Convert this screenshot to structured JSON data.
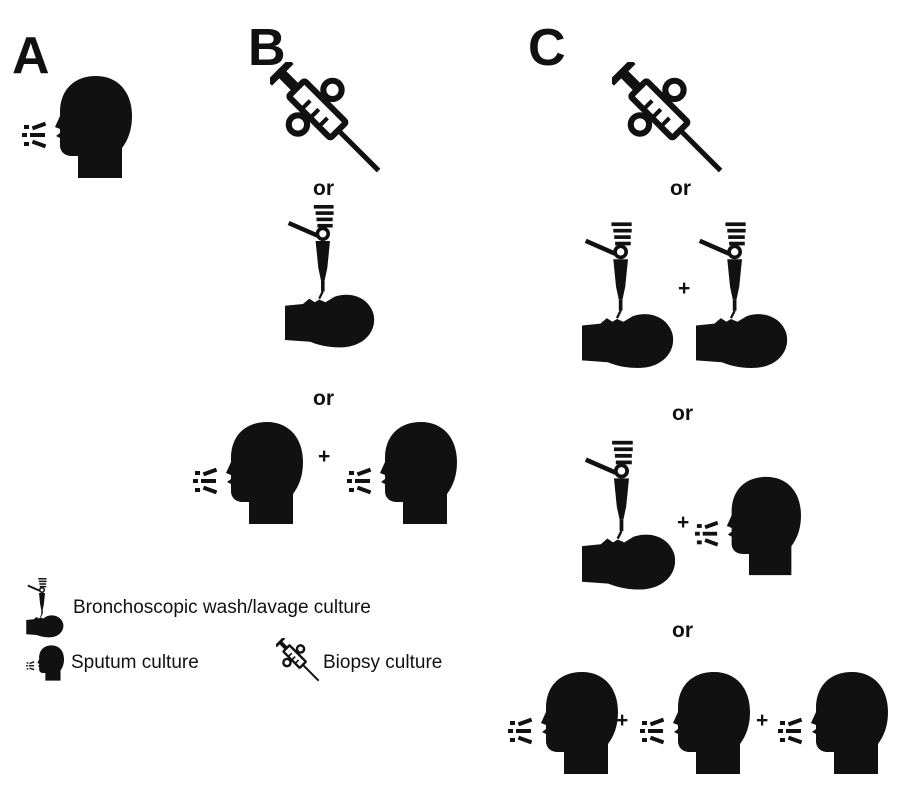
{
  "panels": {
    "a": "A",
    "b": "B",
    "c": "C"
  },
  "connectors": {
    "or": "or",
    "plus": "+"
  },
  "legend": {
    "bronchoscopic": "Bronchoscopic wash/lavage culture",
    "sputum": "Sputum culture",
    "biopsy": "Biopsy culture"
  },
  "icons": {
    "sputum": "sputum-culture-icon",
    "bronchoscopy": "bronchoscopic-culture-icon",
    "biopsy": "biopsy-culture-icon"
  },
  "colors": {
    "ink": "#111111",
    "background": "#ffffff"
  }
}
